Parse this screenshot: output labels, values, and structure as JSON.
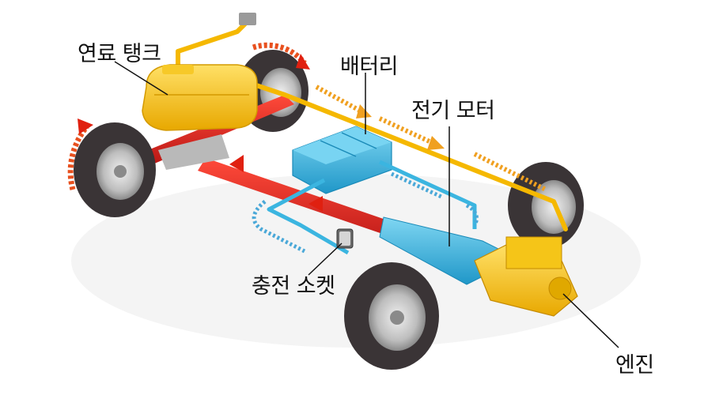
{
  "labels": {
    "fuel_tank": "연료 탱크",
    "battery": "배터리",
    "electric_motor": "전기 모터",
    "charging_socket": "충전 소켓",
    "engine": "엔진"
  },
  "colors": {
    "fuel_yellow": "#f5c518",
    "battery_blue": "#3bb5e0",
    "frame_red": "#d6201e",
    "tire": "#3a3436",
    "rim": "#c9c9c9",
    "fuel_flow": "#f0a020",
    "electric_flow": "#4aa8d8",
    "rotation_arrow": "#e8501e"
  }
}
